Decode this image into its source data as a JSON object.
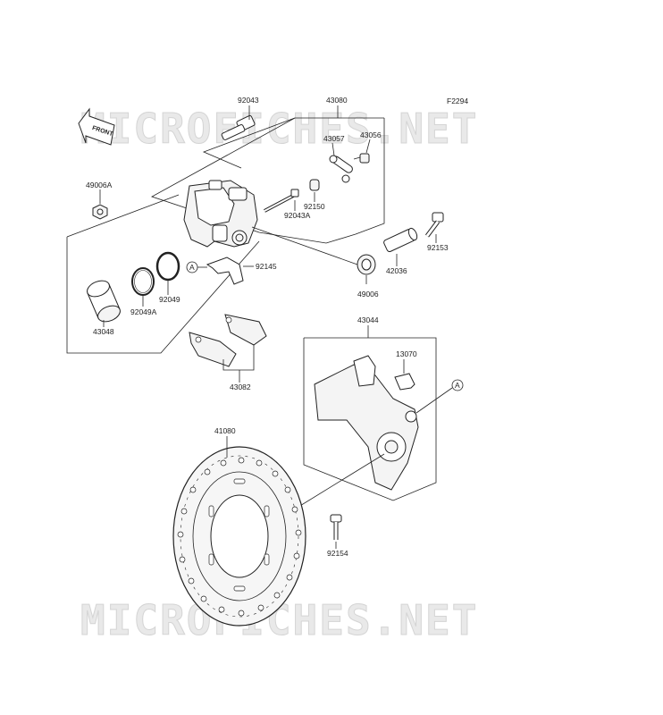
{
  "figure_code": "F2294",
  "watermark": "MICROFICHES.NET",
  "front_label": "FRONT",
  "callout_letter": "A",
  "parts": {
    "p92043": "92043",
    "p43080": "43080",
    "p43057": "43057",
    "p43056": "43056",
    "p49006A": "49006A",
    "p92150": "92150",
    "p92043A": "92043A",
    "p92153": "92153",
    "p92145": "92145",
    "p42036": "42036",
    "p49006": "49006",
    "p92049": "92049",
    "p92049A": "92049A",
    "p43048": "43048",
    "p43044": "43044",
    "p13070": "13070",
    "p43082": "43082",
    "p41080": "41080",
    "p92154": "92154"
  }
}
